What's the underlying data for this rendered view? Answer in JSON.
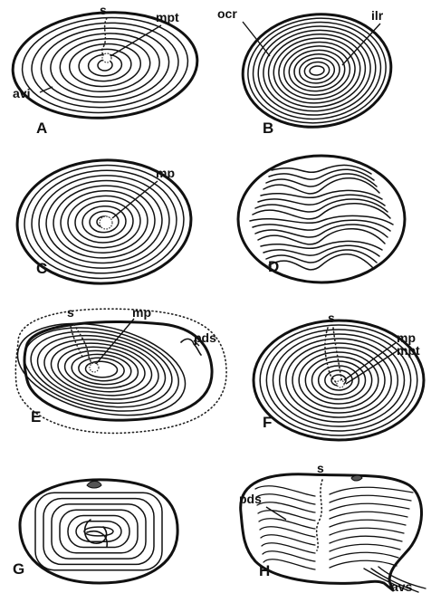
{
  "panels": [
    {
      "letter": "A",
      "labels": [
        "s",
        "mpt",
        "avi"
      ]
    },
    {
      "letter": "B",
      "labels": [
        "ocr",
        "ilr"
      ]
    },
    {
      "letter": "C",
      "labels": [
        "mp"
      ]
    },
    {
      "letter": "D",
      "labels": []
    },
    {
      "letter": "E",
      "labels": [
        "s",
        "mp",
        "pds"
      ]
    },
    {
      "letter": "F",
      "labels": [
        "s",
        "mp",
        "mpt"
      ]
    },
    {
      "letter": "G",
      "labels": []
    },
    {
      "letter": "H",
      "labels": [
        "s",
        "pds",
        "avs"
      ]
    }
  ]
}
